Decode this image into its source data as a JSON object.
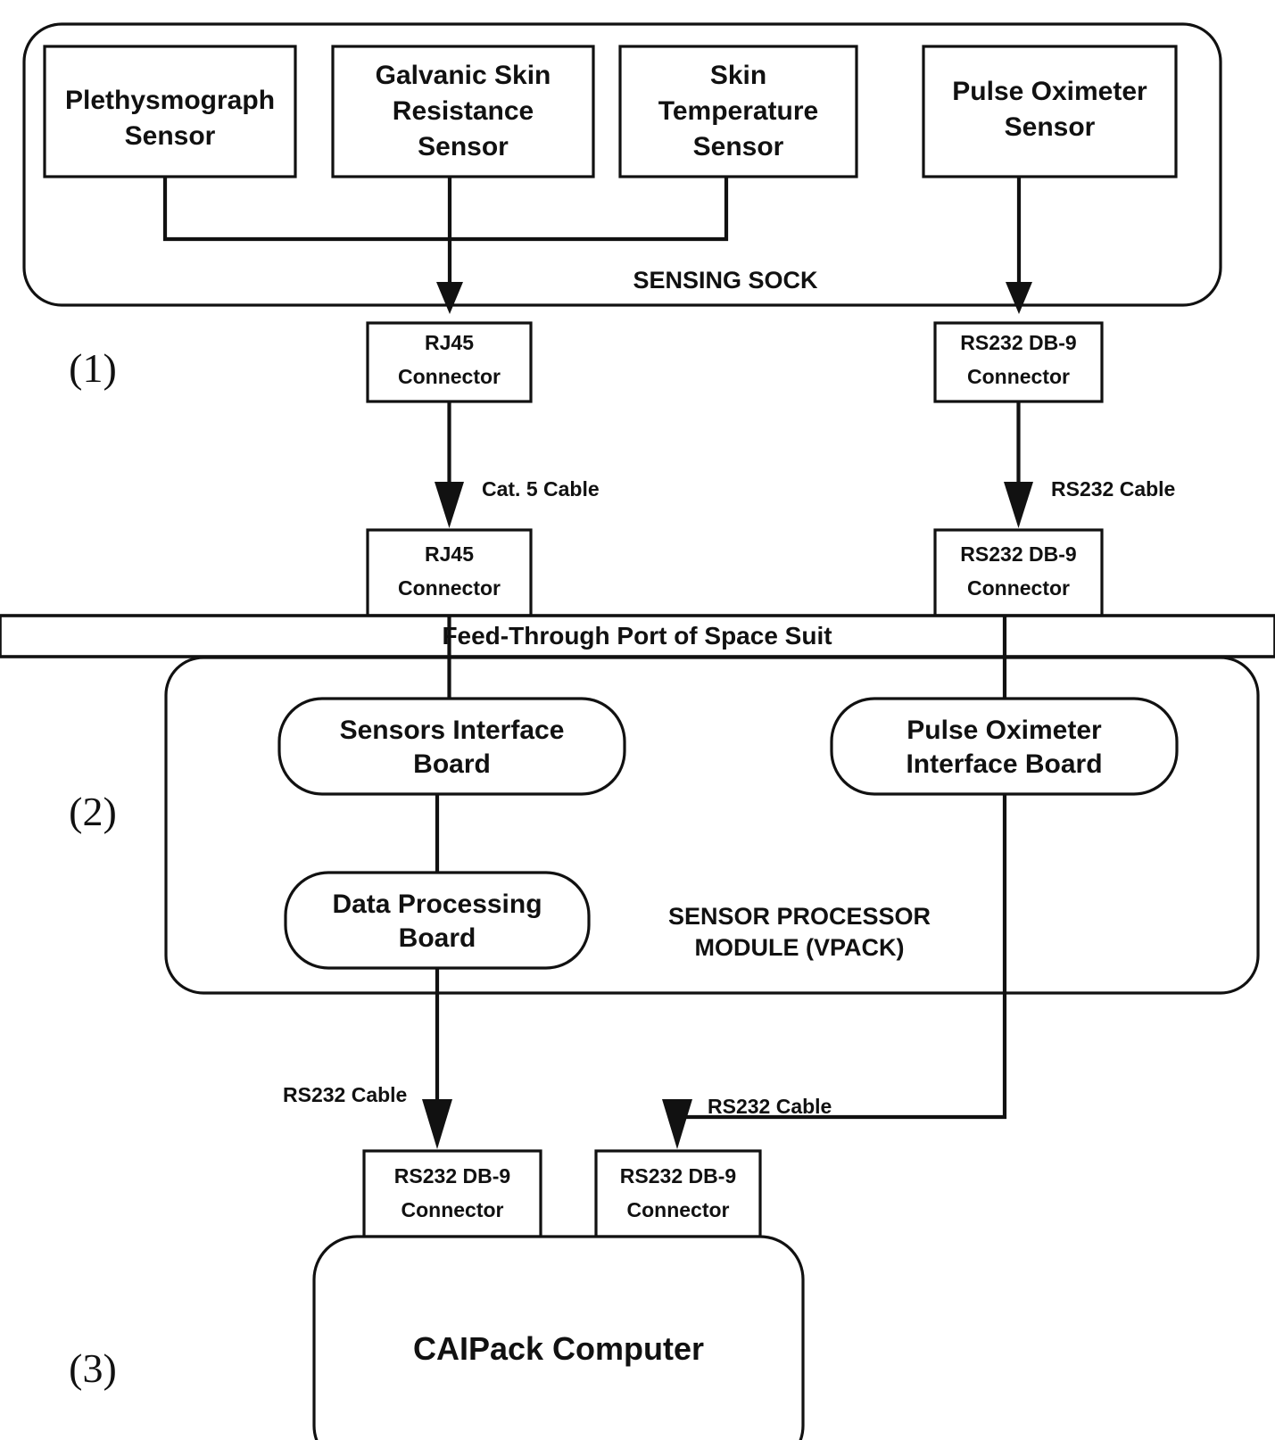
{
  "diagram": {
    "title": "Physiological monitoring system block diagram",
    "colors": {
      "stroke": "#111111",
      "background": "#ffffff"
    },
    "stage_labels": {
      "stage1": "(1)",
      "stage2": "(2)",
      "stage3": "(3)"
    },
    "groups": {
      "sensing_sock": "SENSING SOCK",
      "vpack_line1": "SENSOR PROCESSOR",
      "vpack_line2": "MODULE (VPACK)"
    },
    "feed_through_port": "Feed-Through Port of Space Suit",
    "sensors": [
      {
        "line1": "Plethysmograph",
        "line2": "Sensor",
        "line3": ""
      },
      {
        "line1": "Galvanic Skin",
        "line2": "Resistance",
        "line3": "Sensor"
      },
      {
        "line1": "Skin",
        "line2": "Temperature",
        "line3": "Sensor"
      },
      {
        "line1": "Pulse Oximeter",
        "line2": "Sensor",
        "line3": ""
      }
    ],
    "connectors": [
      {
        "id": "rj45-sock",
        "line1": "RJ45",
        "line2": "Connector"
      },
      {
        "id": "rs232-sock",
        "line1": "RS232 DB-9",
        "line2": "Connector"
      },
      {
        "id": "rj45-port",
        "line1": "RJ45",
        "line2": "Connector"
      },
      {
        "id": "rs232-port",
        "line1": "RS232 DB-9",
        "line2": "Connector"
      },
      {
        "id": "rs232-caipack-left",
        "line1": "RS232 DB-9",
        "line2": "Connector"
      },
      {
        "id": "rs232-caipack-right",
        "line1": "RS232 DB-9",
        "line2": "Connector"
      }
    ],
    "cables": {
      "cat5": "Cat. 5 Cable",
      "rs232_sock": "RS232 Cable",
      "rs232_data_board": "RS232 Cable",
      "rs232_oximeter_board": "RS232 Cable"
    },
    "boards": [
      {
        "id": "sensors-interface-board",
        "line1": "Sensors Interface",
        "line2": "Board"
      },
      {
        "id": "pulse-oximeter-interface-board",
        "line1": "Pulse Oximeter",
        "line2": "Interface Board"
      },
      {
        "id": "data-processing-board",
        "line1": "Data Processing",
        "line2": "Board"
      }
    ],
    "computer": "CAIPack Computer"
  }
}
